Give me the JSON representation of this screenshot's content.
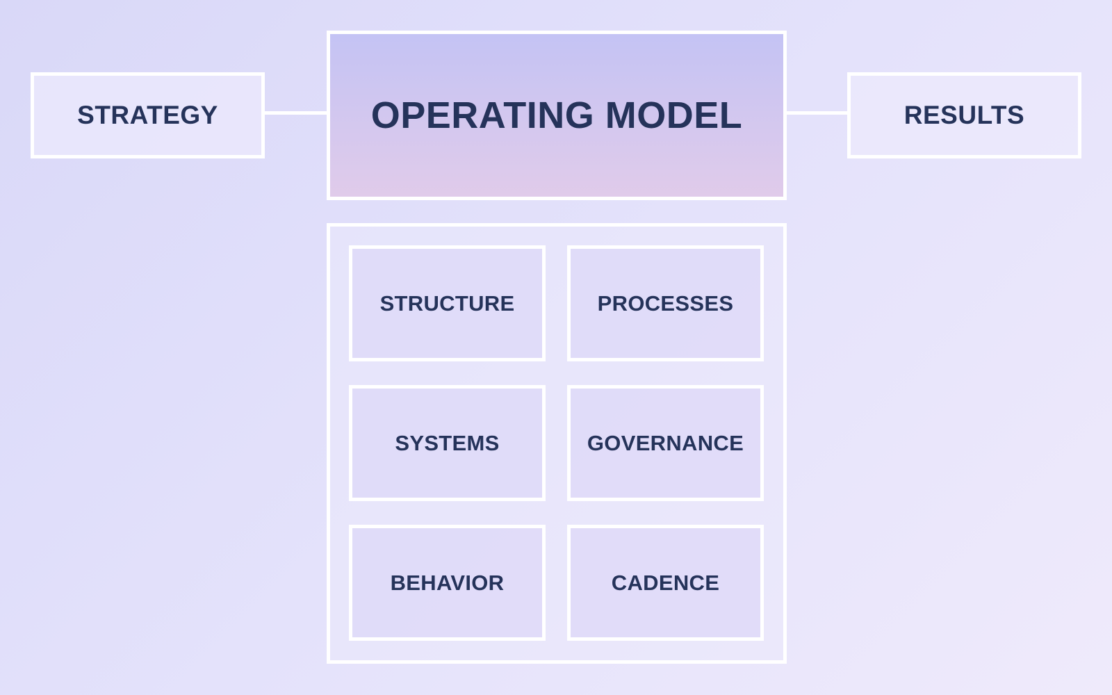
{
  "diagram": {
    "center": {
      "label": "OPERATING MODEL"
    },
    "left": {
      "label": "STRATEGY"
    },
    "right": {
      "label": "RESULTS"
    },
    "components": [
      {
        "label": "STRUCTURE"
      },
      {
        "label": "PROCESSES"
      },
      {
        "label": "SYSTEMS"
      },
      {
        "label": "GOVERNANCE"
      },
      {
        "label": "BEHAVIOR"
      },
      {
        "label": "CADENCE"
      }
    ]
  },
  "colors": {
    "text": "#25335a",
    "border": "#ffffff",
    "background": "#e0dffa",
    "header_gradient_top": "#c4c3f4",
    "header_gradient_bottom": "#e0cbea"
  }
}
